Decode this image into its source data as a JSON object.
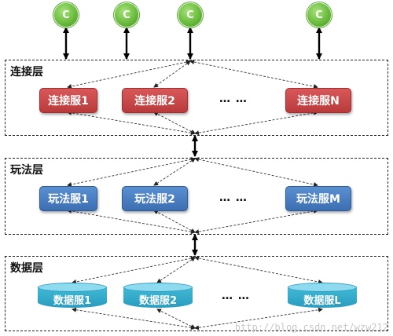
{
  "clients": {
    "label": "C"
  },
  "layers": {
    "connect": {
      "title": "连接层",
      "servers": [
        "连接服1",
        "连接服2",
        "连接服N"
      ],
      "ellipsis": "… …"
    },
    "game": {
      "title": "玩法层",
      "servers": [
        "玩法服1",
        "玩法服2",
        "玩法服M"
      ],
      "ellipsis": "… …"
    },
    "data": {
      "title": "数据层",
      "servers": [
        "数据服1",
        "数据服2",
        "数据服L"
      ],
      "ellipsis": "… …"
    }
  },
  "watermark": "http://blog.csdn.net/wzw212",
  "colors": {
    "client_green": "#66b83a",
    "connect_red": "#c94647",
    "game_blue": "#4a7fc1",
    "data_cyan": "#34aacb"
  }
}
